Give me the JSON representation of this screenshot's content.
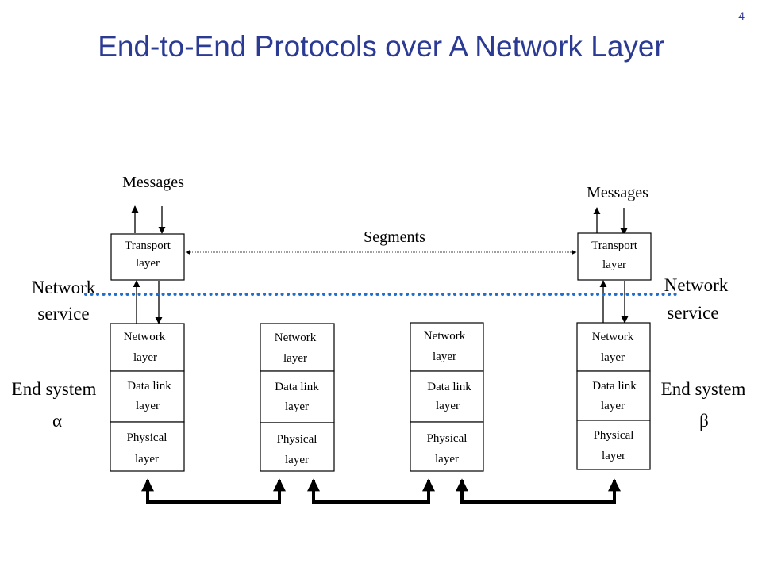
{
  "slide": {
    "number": "4",
    "title": "End-to-End Protocols over A Network Layer"
  },
  "labels": {
    "messages_left": "Messages",
    "messages_right": "Messages",
    "segments": "Segments",
    "network_service_left_1": "Network",
    "network_service_left_2": "service",
    "network_service_right_1": "Network",
    "network_service_right_2": "service",
    "end_system_left_1": "End system",
    "end_system_left_2": "α",
    "end_system_right_1": "End system",
    "end_system_right_2": "β"
  },
  "stacks": [
    {
      "transport": [
        "Transport",
        "layer"
      ],
      "network": [
        "Network",
        "layer"
      ],
      "datalink": [
        "Data link",
        "layer"
      ],
      "physical": [
        "Physical",
        "layer"
      ]
    },
    {
      "network": [
        "Network",
        "layer"
      ],
      "datalink": [
        "Data link",
        "layer"
      ],
      "physical": [
        "Physical",
        "layer"
      ]
    },
    {
      "network": [
        "Network",
        "layer"
      ],
      "datalink": [
        "Data link",
        "layer"
      ],
      "physical": [
        "Physical",
        "layer"
      ]
    },
    {
      "transport": [
        "Transport",
        "layer"
      ],
      "network": [
        "Network",
        "layer"
      ],
      "datalink": [
        "Data link",
        "layer"
      ],
      "physical": [
        "Physical",
        "layer"
      ]
    }
  ],
  "colors": {
    "title": "#2b3a93",
    "network_service_line": "#1f6fd0",
    "lines": "#000000"
  }
}
